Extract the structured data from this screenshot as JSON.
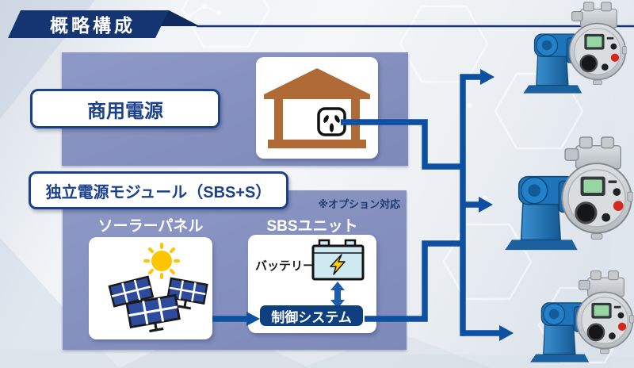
{
  "title": "概略構成",
  "commercial": {
    "label": "商用電源"
  },
  "module": {
    "label": "独立電源モジュール（SBS+S）",
    "option_note": "※オプション対応"
  },
  "solar": {
    "title": "ソーラーパネル"
  },
  "sbs": {
    "title": "SBSユニット",
    "battery_label": "バッテリー",
    "control_label": "制御システム"
  },
  "icons": {
    "house": "house-with-power-outlet",
    "sun": "sun",
    "solar_panels": "solar-panel-array",
    "battery": "battery-with-lightning-bolt",
    "flow_arrows": "power-flow-arrows",
    "actuator": "electric-valve-actuator"
  },
  "colors": {
    "banner_navy": "#143571",
    "label_navy": "#1c418c",
    "panel_blue": "#8691c0",
    "flow_line_blue": "#0d4fa0",
    "control_box_navy": "#0e3f7e",
    "house_brown": "#b06a35",
    "sun_yellow": "#fdc500",
    "battery_cyan": "#cfe9f2",
    "bolt_yellow": "#ffd000",
    "actuator_blue": "#1e74ba",
    "button_red": "#d3281b"
  }
}
